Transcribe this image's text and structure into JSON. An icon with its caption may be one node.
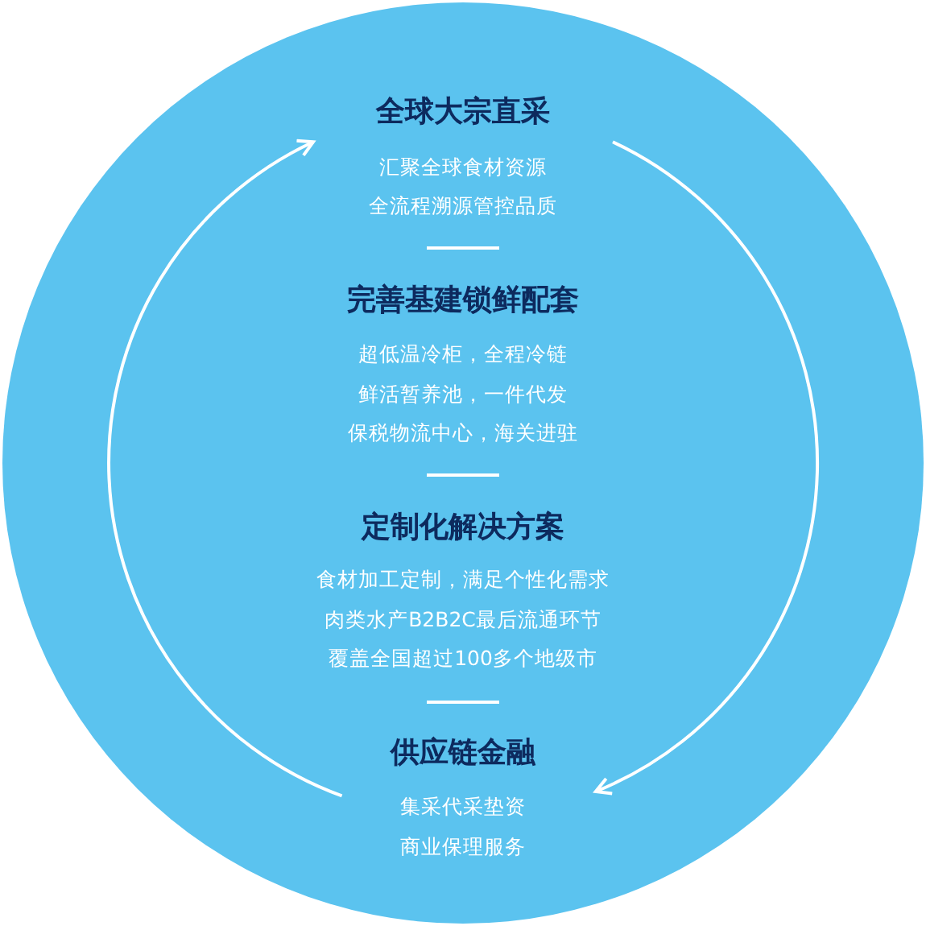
{
  "diagram": {
    "labels": [
      "全球大宗直采",
      "汇聚全球食材资源",
      "全流程溯源管控品质",
      "完善基建锁鲜配套",
      "超低温冷柜，全程冷链",
      "鲜活暂养池，一件代发",
      "保税物流中心，海关进驻",
      "定制化解决方案",
      "食材加工定制，满足个性化需求",
      "肉类水产B2B2C最后流通环节",
      "覆盖全国超过100多个地级市",
      "供应链金融",
      "集采代采垫资",
      "商业保理服务"
    ]
  }
}
